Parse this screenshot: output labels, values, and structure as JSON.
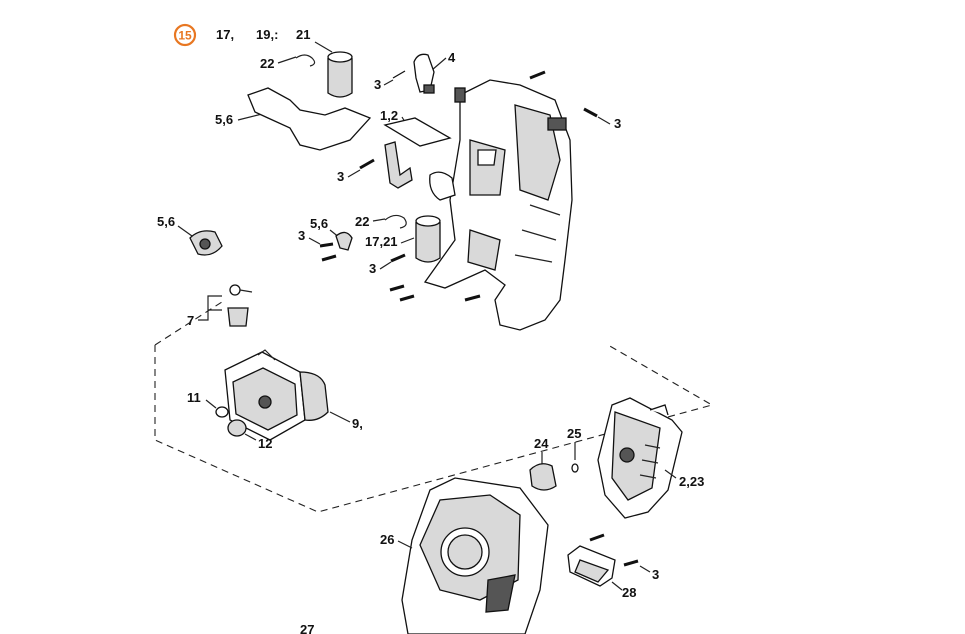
{
  "highlight": {
    "label": "15",
    "color": "#e87722"
  },
  "labels": {
    "l_17": "17,",
    "l_19": "19,:",
    "l_21": "21",
    "l_22a": "22",
    "l_4": "4",
    "l_3a": "3",
    "l_56a": "5,6",
    "l_12": "1,2",
    "l_3b": "3",
    "l_3c": "3",
    "l_56b": "5,6",
    "l_22b": "22",
    "l_56c": "5,6",
    "l_3d": "3",
    "l_1721": "17,21",
    "l_3e": "3",
    "l_7": "7",
    "l_11": "11",
    "l_9": "9,",
    "l_12b": "12",
    "l_24": "24",
    "l_25": "25",
    "l_223": "2,23",
    "l_26": "26",
    "l_3f": "3",
    "l_28": "28",
    "l_27": "27"
  }
}
